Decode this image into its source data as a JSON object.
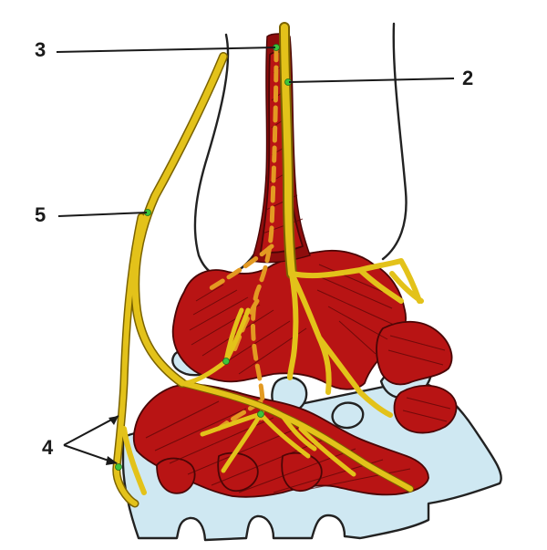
{
  "callouts": [
    {
      "id": "label-3",
      "text": "3"
    },
    {
      "id": "label-2",
      "text": "2"
    },
    {
      "id": "label-5",
      "text": "5"
    },
    {
      "id": "label-4",
      "text": "4"
    }
  ],
  "colors": {
    "muscle": "#b81414",
    "nerve": "#e3c21a",
    "bone": "#cfe8f2",
    "marker": "#3cc43c",
    "vessel_dash": "#e39a22"
  }
}
